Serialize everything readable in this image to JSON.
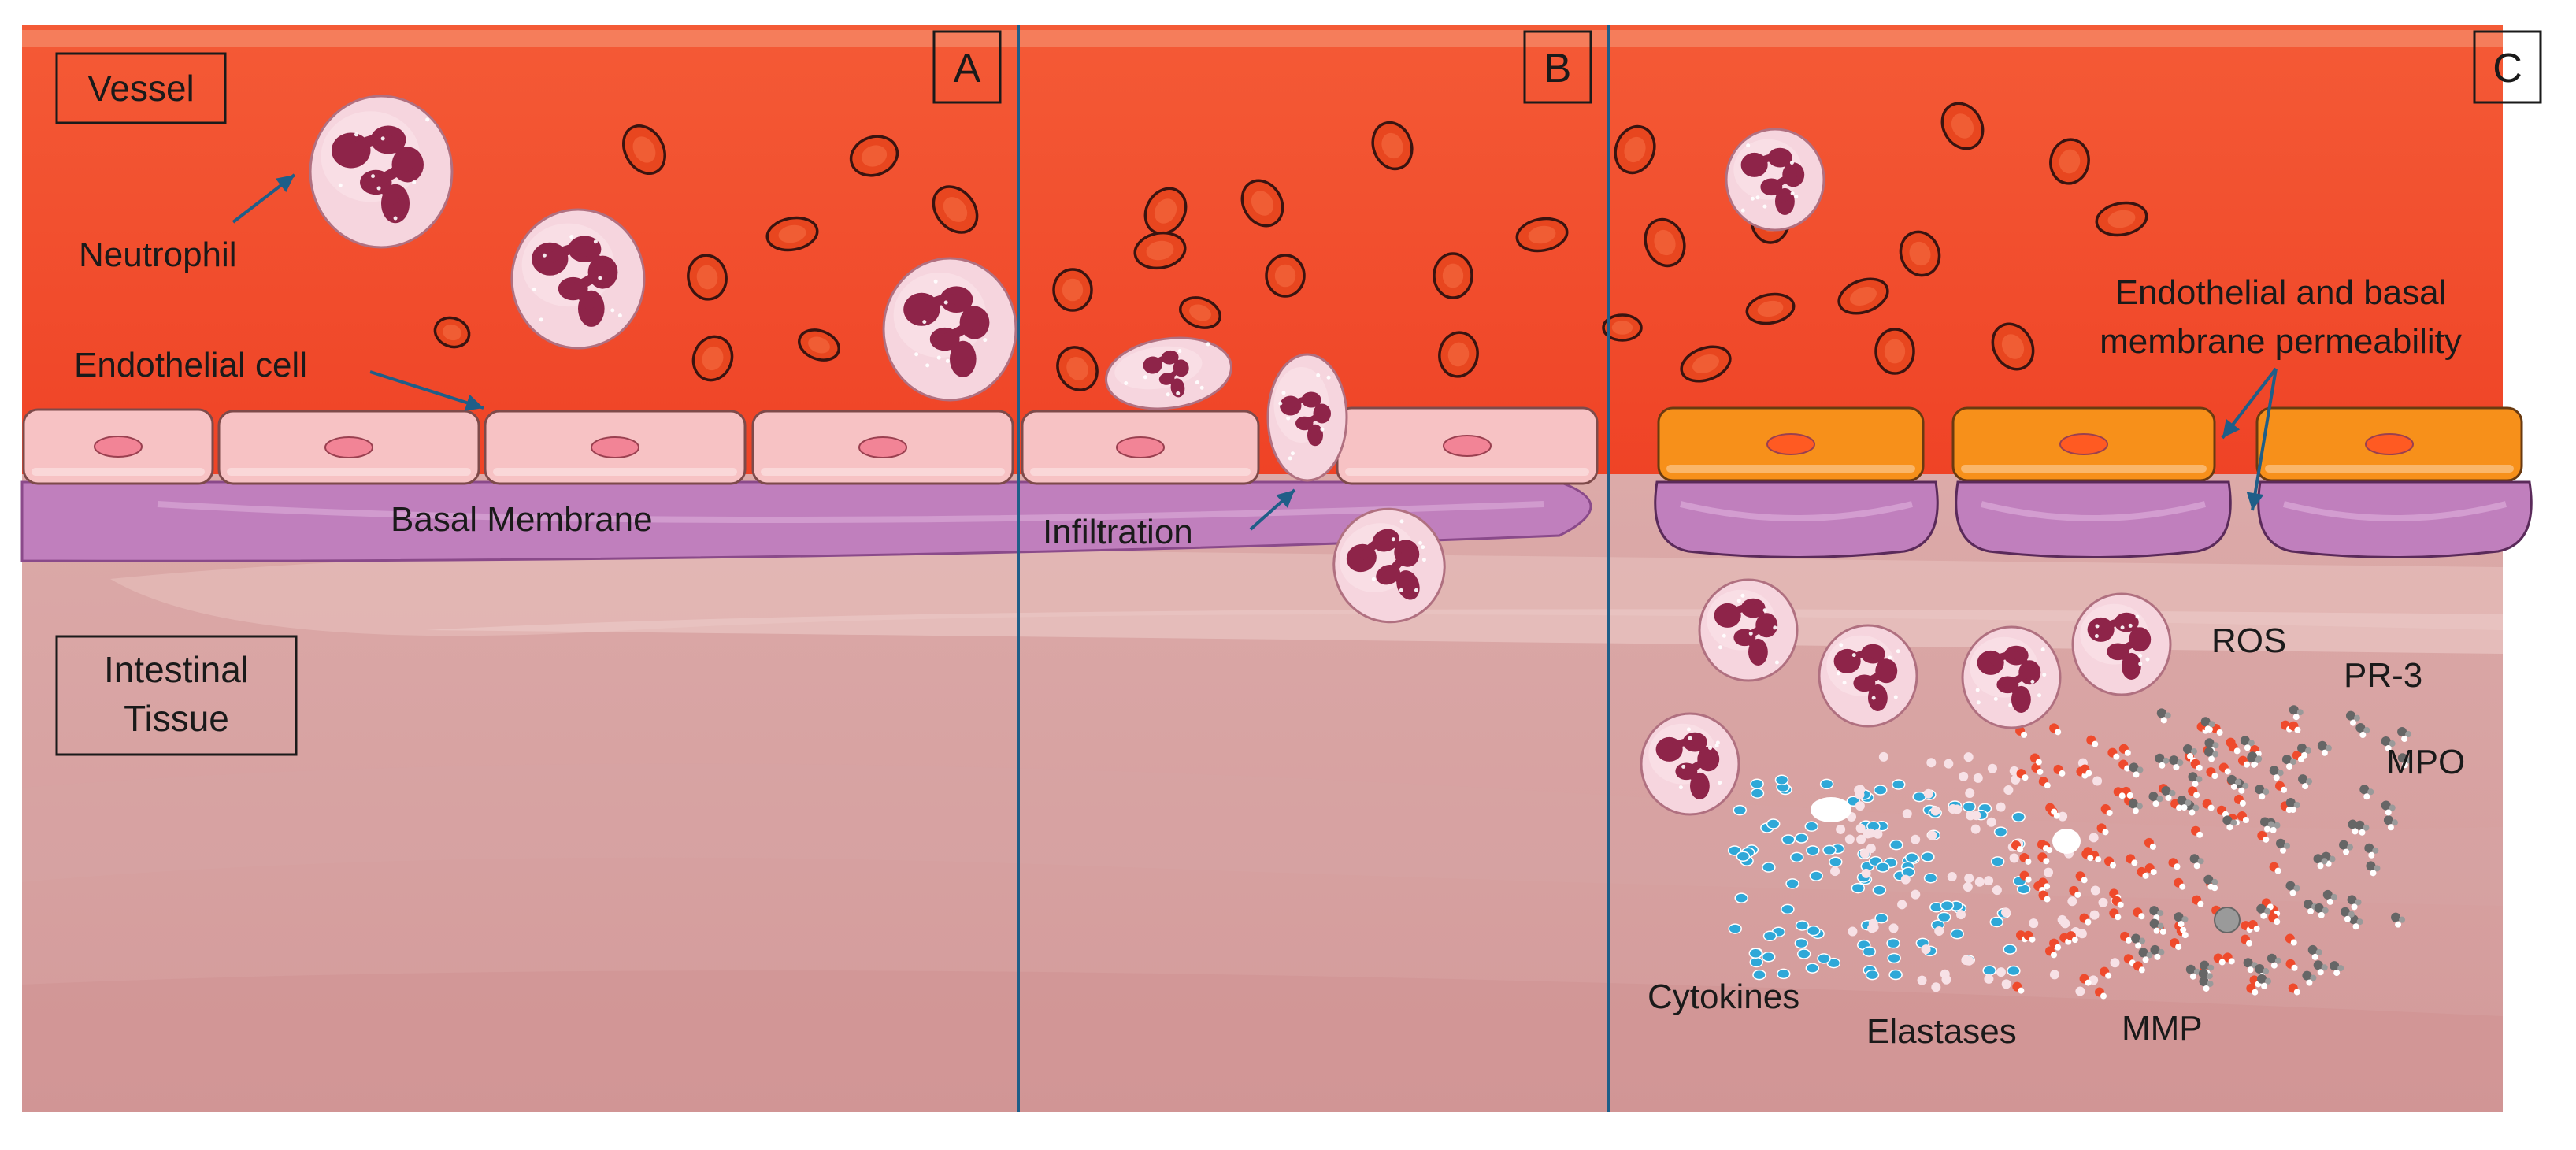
{
  "labels": {
    "vessel": "Vessel",
    "intestinal_line1": "Intestinal",
    "intestinal_line2": "Tissue",
    "neutrophil": "Neutrophil",
    "endothelial_cell": "Endothelial cell",
    "basal_membrane": "Basal Membrane",
    "infiltration": "Infiltration",
    "permeability_line1": "Endothelial and basal",
    "permeability_line2": "membrane permeability",
    "ros": "ROS",
    "pr3": "PR-3",
    "mpo": "MPO",
    "cytokines": "Cytokines",
    "elastases": "Elastases",
    "mmp": "MMP"
  },
  "panels": {
    "a": "A",
    "b": "B",
    "c": "C"
  },
  "colors": {
    "blood": "#f14a2c",
    "endothelium": "#f7c2c4",
    "endothelium_damaged": "#f7901a",
    "basal_membrane": "#c07fbd",
    "tissue": "#dba6a6",
    "neutrophil_body": "#f6d5de",
    "neutrophil_nucleus": "#8e2449",
    "cytokine": "#2fa8d8",
    "elastase": "#f7e1e6",
    "mmp": "#ef4a2c",
    "mpo": "#666666",
    "divider": "#1f5e88"
  }
}
